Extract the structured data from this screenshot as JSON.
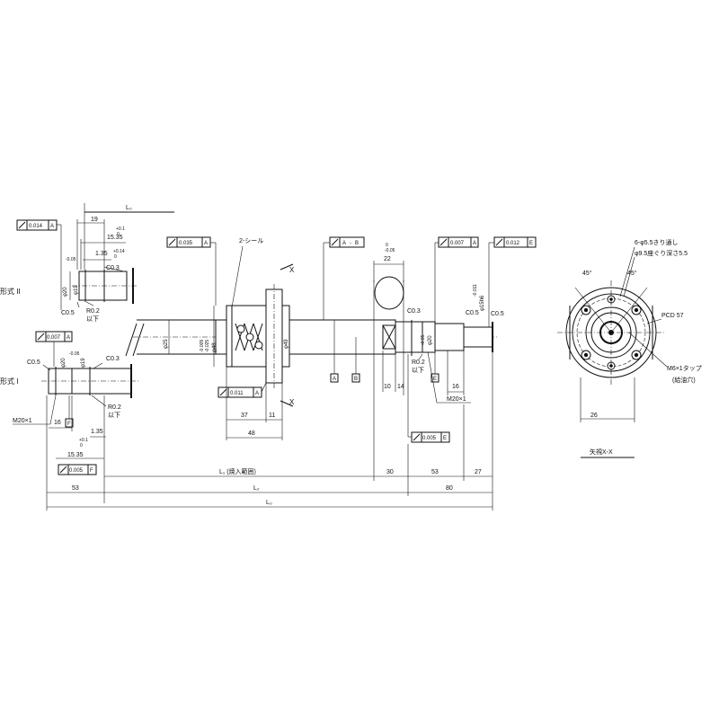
{
  "labels": {
    "lo_top": "L₀",
    "dim_19": "19",
    "tol_15_35_top": "+0.1\n0",
    "dim_15_35_top": "15.35",
    "dim_1_35_top": "1.35",
    "tol_1_35_top": "+0.14\n0",
    "c03_a": "C0.3",
    "c05_a": "C0.5",
    "r02_a": "R0.2",
    "ika_a": "以下",
    "form2": "形式 II",
    "form1": "形式 I",
    "c05_b": "C0.5",
    "c03_b": "C0.3",
    "r02_b": "R0.2",
    "ika_b": "以下",
    "m20_left": "M20×1",
    "dim_16_left": "16",
    "dim_1_35_bot": "1.35",
    "tol_1_35_bot": "+0.14\n0",
    "dim_15_35_bot": "15.35",
    "tol_15_35_bot": "+0.1\n0",
    "phi20_a": "φ20",
    "phi19_a": "φ19",
    "phi20_b": "φ20",
    "phi19_b": "φ19",
    "phi25": "φ25",
    "phi48": "φ48",
    "phi49": "φ49",
    "seal": "2-シール",
    "x_top": "X",
    "x_bot": "X",
    "dim_37": "37",
    "dim_11": "11",
    "dim_48": "48",
    "dim_22": "22",
    "tol_22": "0\n-0.05",
    "c03_c": "C0.3",
    "c05_c": "C0.5",
    "c05_d": "C0.5",
    "phi20_c": "φ20",
    "phi15": "φ15h6",
    "tol_phi15": "0\n-0.011",
    "r02_c": "R0.2",
    "ika_c": "以下",
    "dim_10": "10",
    "dim_14": "14",
    "dim_16_right": "16",
    "m20_right": "M20×1",
    "datum_a": "A",
    "datum_b": "B",
    "datum_e": "E",
    "datum_f": "F",
    "fc_0014": "0.014",
    "fc_0014_ref": "A",
    "fc_0007a": "0.007",
    "fc_0007a_ref": "A",
    "fc_0035": "0.035",
    "fc_0035_ref": "A",
    "fc_0011": "0.011",
    "fc_0011_ref": "A",
    "fc_ab": "A",
    "fc_ab2": "B",
    "fc_0007b": "0.007",
    "fc_0007b_ref": "A",
    "fc_0012": "0.012",
    "fc_0012_ref": "E",
    "fc_0005r": "0.005",
    "fc_0005r_ref": "E",
    "fc_0005l": "0.005",
    "fc_0005l_ref": "F",
    "l1_label": "L₁ (焼入範囲)",
    "l2_label": "L₂",
    "lo_bottom": "L₀",
    "dim_30": "30",
    "dim_53_right": "53",
    "dim_27": "27",
    "dim_53_left": "53",
    "dim_80": "80",
    "hole_note_1": "6-φ5.5きり通し",
    "hole_note_2": "φ9.5座ぐり深さ5.5",
    "angle_45": "45°",
    "angle_45b": "45°",
    "pcd": "PCD 57",
    "tap_1": "M6×1タップ",
    "tap_2": "(給油穴)",
    "dim_26": "26",
    "view_xx": "矢視X-X"
  }
}
